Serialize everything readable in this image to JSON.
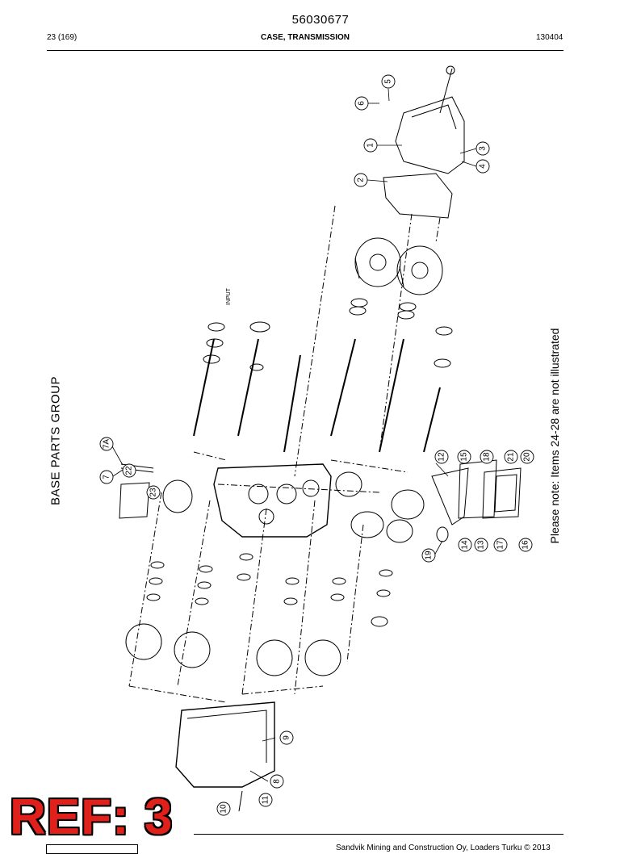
{
  "header": {
    "doc_number": "56030677",
    "page": "23 (169)",
    "title": "CASE, TRANSMISSION",
    "date_code": "130404"
  },
  "diagram": {
    "group_title": "BASE PARTS GROUP",
    "note": "Please note: Items 24-28 are not illustrated",
    "input_label": "INPUT",
    "callouts": [
      "1",
      "2",
      "3",
      "4",
      "5",
      "6",
      "7",
      "7A",
      "8",
      "9",
      "10",
      "11",
      "12",
      "13",
      "14",
      "15",
      "16",
      "17",
      "18",
      "19",
      "20",
      "21",
      "22",
      "23"
    ]
  },
  "footer": {
    "ref_stamp": "REF: 3",
    "copyright": "Sandvik Mining and Construction Oy, Loaders Turku © 2013"
  }
}
